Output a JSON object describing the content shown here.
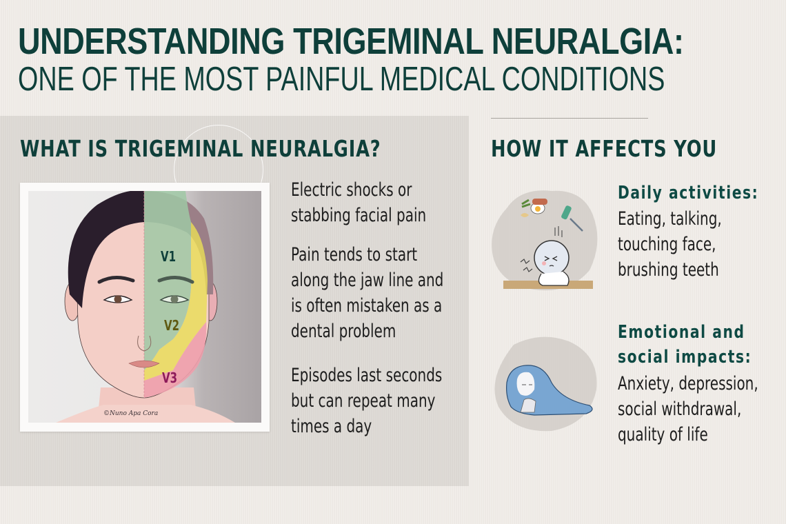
{
  "header": {
    "title": "UNDERSTANDING TRIGEMINAL NEURALGIA:",
    "subtitle": "ONE OF THE MOST PAINFUL MEDICAL CONDITIONS"
  },
  "left_section": {
    "heading": "WHAT IS TRIGEMINAL NEURALGIA?",
    "image": {
      "description": "Illustrated female face with trigeminal nerve zones shaded",
      "zones": [
        {
          "label": "V1",
          "color": "#9fc8a4",
          "label_color": "#0e3f3a"
        },
        {
          "label": "V2",
          "color": "#e9dd58",
          "label_color": "#5f5a12"
        },
        {
          "label": "V3",
          "color": "#ee9fac",
          "label_color": "#8e1b5a"
        }
      ],
      "signature": "©Nuno Apa Cora"
    },
    "points": [
      {
        "text": "Electric shocks or\nstabbing facial pain"
      },
      {
        "text": "Pain tends to start\nalong the jaw line and\nis often mistaken as a\ndental problem"
      },
      {
        "text": "Episodes last seconds\nbut can repeat many\ntimes a day"
      }
    ]
  },
  "right_section": {
    "heading": "HOW IT AFFECTS YOU",
    "impacts": [
      {
        "icon": "pained-person-with-food-and-toothbrush-icon",
        "title": "Daily activities:",
        "body": "Eating, talking,\ntouching face,\nbrushing teeth"
      },
      {
        "icon": "person-hiding-under-blanket-icon",
        "title": "Emotional and\nsocial impacts:",
        "body": "Anxiety, depression,\nsocial withdrawal,\nquality of life"
      }
    ]
  },
  "colors": {
    "heading_green": "#0e3f3a",
    "subheading_green": "#0e4a44",
    "background": "#efebe6",
    "panel": "#dcd8d3",
    "body_text": "#1d1d1d"
  }
}
